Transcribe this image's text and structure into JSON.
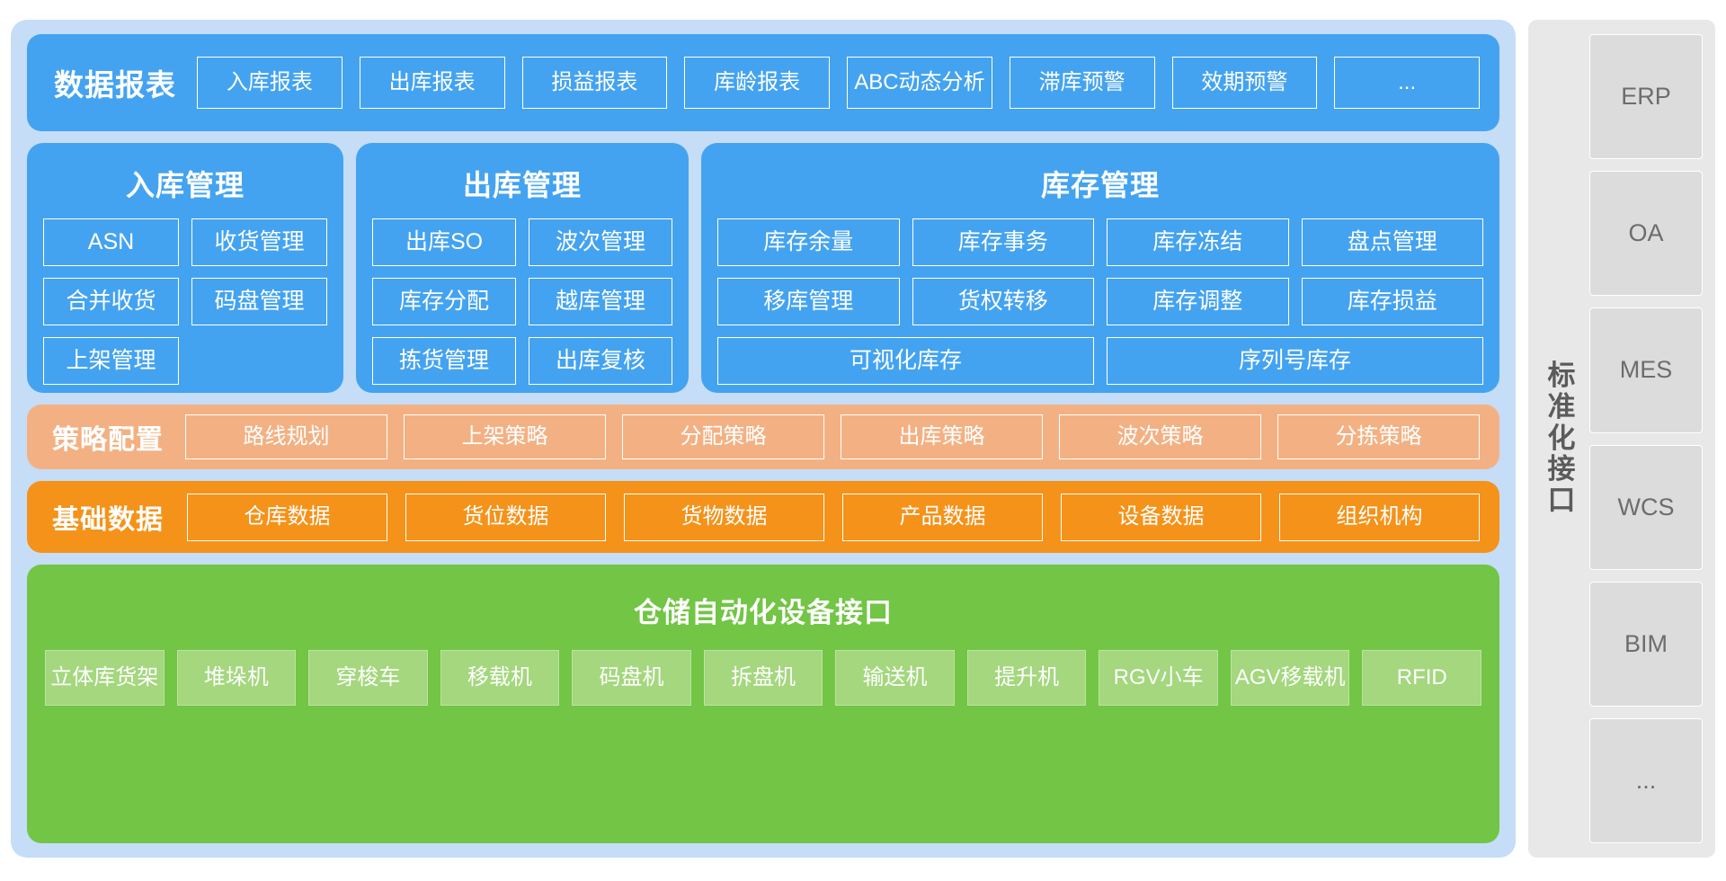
{
  "report": {
    "title": "数据报表",
    "items": [
      "入库报表",
      "出库报表",
      "损益报表",
      "库龄报表",
      "ABC动态分析",
      "滞库预警",
      "效期预警",
      "..."
    ]
  },
  "inbound": {
    "title": "入库管理",
    "rows": [
      [
        "ASN",
        "收货管理"
      ],
      [
        "合并收货",
        "码盘管理"
      ],
      [
        "上架管理",
        ""
      ]
    ]
  },
  "outbound": {
    "title": "出库管理",
    "rows": [
      [
        "出库SO",
        "波次管理"
      ],
      [
        "库存分配",
        "越库管理"
      ],
      [
        "拣货管理",
        "出库复核"
      ]
    ]
  },
  "inventory": {
    "title": "库存管理",
    "rows": [
      [
        "库存余量",
        "库存事务",
        "库存冻结",
        "盘点管理"
      ],
      [
        "移库管理",
        "货权转移",
        "库存调整",
        "库存损益"
      ]
    ],
    "wide_row": [
      "可视化库存",
      "序列号库存"
    ]
  },
  "strategy": {
    "title": "策略配置",
    "items": [
      "路线规划",
      "上架策略",
      "分配策略",
      "出库策略",
      "波次策略",
      "分拣策略"
    ]
  },
  "basedata": {
    "title": "基础数据",
    "items": [
      "仓库数据",
      "货位数据",
      "货物数据",
      "产品数据",
      "设备数据",
      "组织机构"
    ]
  },
  "equipment": {
    "title": "仓储自动化设备接口",
    "items": [
      "立体库货架",
      "堆垛机",
      "穿梭车",
      "移载机",
      "码盘机",
      "拆盘机",
      "输送机",
      "提升机",
      "RGV小车",
      "AGV移载机",
      "RFID"
    ]
  },
  "sidebar": {
    "label_chars": [
      "标",
      "准",
      "化",
      "接",
      "口"
    ],
    "systems": [
      "ERP",
      "OA",
      "MES",
      "WCS",
      "BIM",
      "..."
    ]
  },
  "colors": {
    "backdrop": "#c5ddf7",
    "blue": "#44a3f0",
    "peach": "#f3b183",
    "orange": "#f59219",
    "green": "#72c545",
    "green_chip": "#a4d77e",
    "sidebar_bg": "#e8e8e8",
    "sidebar_chip": "#dcdcdc",
    "sidebar_text": "#6d6d6d"
  }
}
